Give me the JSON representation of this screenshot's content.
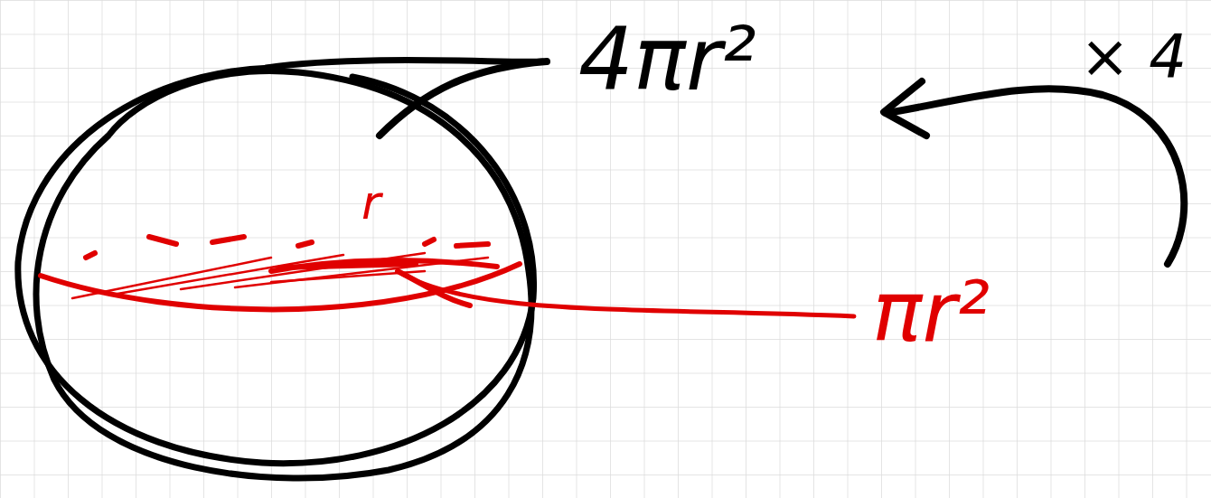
{
  "diagram": {
    "labels": [
      "4πr²",
      "r",
      "πr²",
      "× 4"
    ]
  }
}
